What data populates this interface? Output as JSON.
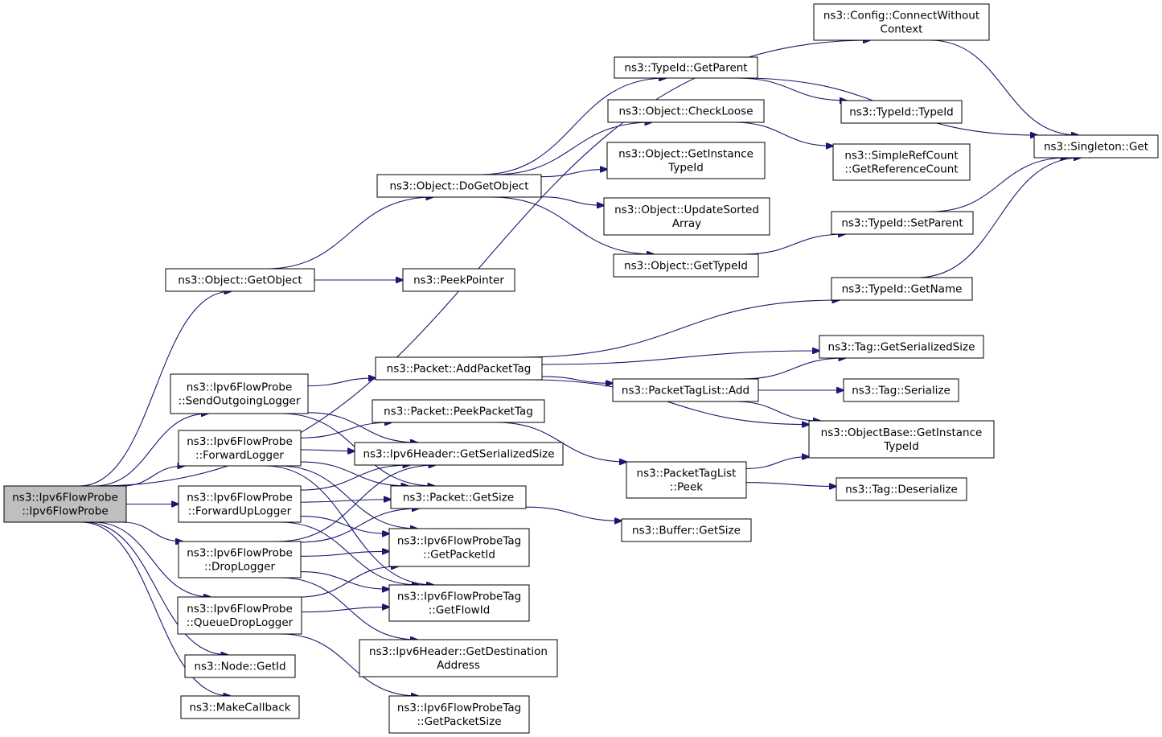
{
  "graph": {
    "title": "",
    "edge_color": "#191970",
    "root_fill": "#bfbfbf",
    "nodes": [
      {
        "id": "root",
        "lines": [
          "ns3::Ipv6FlowProbe",
          "::Ipv6FlowProbe"
        ],
        "root": true
      },
      {
        "id": "connect",
        "lines": [
          "ns3::Config::ConnectWithout",
          "Context"
        ]
      },
      {
        "id": "getparent",
        "lines": [
          "ns3::TypeId::GetParent"
        ]
      },
      {
        "id": "typeid",
        "lines": [
          "ns3::TypeId::TypeId"
        ]
      },
      {
        "id": "singleton",
        "lines": [
          "ns3::Singleton::Get"
        ]
      },
      {
        "id": "checkloose",
        "lines": [
          "ns3::Object::CheckLoose"
        ]
      },
      {
        "id": "refcount",
        "lines": [
          "ns3::SimpleRefCount",
          "::GetReferenceCount"
        ]
      },
      {
        "id": "getinstance",
        "lines": [
          "ns3::Object::GetInstance",
          "TypeId"
        ]
      },
      {
        "id": "dogetobject",
        "lines": [
          "ns3::Object::DoGetObject"
        ]
      },
      {
        "id": "updatesorted",
        "lines": [
          "ns3::Object::UpdateSorted",
          "Array"
        ]
      },
      {
        "id": "setparent",
        "lines": [
          "ns3::TypeId::SetParent"
        ]
      },
      {
        "id": "gettypeid",
        "lines": [
          "ns3::Object::GetTypeId"
        ]
      },
      {
        "id": "getobject",
        "lines": [
          "ns3::Object::GetObject"
        ]
      },
      {
        "id": "peekpointer",
        "lines": [
          "ns3::PeekPointer"
        ]
      },
      {
        "id": "getname",
        "lines": [
          "ns3::TypeId::GetName"
        ]
      },
      {
        "id": "tagserialsize",
        "lines": [
          "ns3::Tag::GetSerializedSize"
        ]
      },
      {
        "id": "sendlogger",
        "lines": [
          "ns3::Ipv6FlowProbe",
          "::SendOutgoingLogger"
        ]
      },
      {
        "id": "addpackettag",
        "lines": [
          "ns3::Packet::AddPacketTag"
        ]
      },
      {
        "id": "ptladd",
        "lines": [
          "ns3::PacketTagList::Add"
        ]
      },
      {
        "id": "tagserialize",
        "lines": [
          "ns3::Tag::Serialize"
        ]
      },
      {
        "id": "peekpackettag",
        "lines": [
          "ns3::Packet::PeekPacketTag"
        ]
      },
      {
        "id": "objbaseinst",
        "lines": [
          "ns3::ObjectBase::GetInstance",
          "TypeId"
        ]
      },
      {
        "id": "forwardlogger",
        "lines": [
          "ns3::Ipv6FlowProbe",
          "::ForwardLogger"
        ]
      },
      {
        "id": "ipv6serialsize",
        "lines": [
          "ns3::Ipv6Header::GetSerializedSize"
        ]
      },
      {
        "id": "ptlpeek",
        "lines": [
          "ns3::PacketTagList",
          "::Peek"
        ]
      },
      {
        "id": "tagdeserialize",
        "lines": [
          "ns3::Tag::Deserialize"
        ]
      },
      {
        "id": "forwarduplogger",
        "lines": [
          "ns3::Ipv6FlowProbe",
          "::ForwardUpLogger"
        ]
      },
      {
        "id": "packetgetsize",
        "lines": [
          "ns3::Packet::GetSize"
        ]
      },
      {
        "id": "buffergetsize",
        "lines": [
          "ns3::Buffer::GetSize"
        ]
      },
      {
        "id": "droplogger",
        "lines": [
          "ns3::Ipv6FlowProbe",
          "::DropLogger"
        ]
      },
      {
        "id": "getpacketid",
        "lines": [
          "ns3::Ipv6FlowProbeTag",
          "::GetPacketId"
        ]
      },
      {
        "id": "queuedroplogger",
        "lines": [
          "ns3::Ipv6FlowProbe",
          "::QueueDropLogger"
        ]
      },
      {
        "id": "getflowid",
        "lines": [
          "ns3::Ipv6FlowProbeTag",
          "::GetFlowId"
        ]
      },
      {
        "id": "getdestaddr",
        "lines": [
          "ns3::Ipv6Header::GetDestination",
          "Address"
        ]
      },
      {
        "id": "nodegetid",
        "lines": [
          "ns3::Node::GetId"
        ]
      },
      {
        "id": "makecallback",
        "lines": [
          "ns3::MakeCallback"
        ]
      },
      {
        "id": "getpacketsize",
        "lines": [
          "ns3::Ipv6FlowProbeTag",
          "::GetPacketSize"
        ]
      }
    ],
    "edges": [
      [
        "root",
        "connect"
      ],
      [
        "root",
        "getobject"
      ],
      [
        "root",
        "sendlogger"
      ],
      [
        "root",
        "forwardlogger"
      ],
      [
        "root",
        "forwarduplogger"
      ],
      [
        "root",
        "droplogger"
      ],
      [
        "root",
        "queuedroplogger"
      ],
      [
        "root",
        "nodegetid"
      ],
      [
        "root",
        "makecallback"
      ],
      [
        "connect",
        "singleton"
      ],
      [
        "getobject",
        "dogetobject"
      ],
      [
        "getobject",
        "peekpointer"
      ],
      [
        "dogetobject",
        "getparent"
      ],
      [
        "dogetobject",
        "checkloose"
      ],
      [
        "dogetobject",
        "getinstance"
      ],
      [
        "dogetobject",
        "updatesorted"
      ],
      [
        "dogetobject",
        "gettypeid"
      ],
      [
        "getparent",
        "typeid"
      ],
      [
        "getparent",
        "singleton"
      ],
      [
        "checkloose",
        "refcount"
      ],
      [
        "gettypeid",
        "setparent"
      ],
      [
        "setparent",
        "singleton"
      ],
      [
        "getname",
        "singleton"
      ],
      [
        "sendlogger",
        "addpackettag"
      ],
      [
        "sendlogger",
        "ipv6serialsize"
      ],
      [
        "sendlogger",
        "packetgetsize"
      ],
      [
        "addpackettag",
        "getname"
      ],
      [
        "addpackettag",
        "tagserialsize"
      ],
      [
        "addpackettag",
        "ptladd"
      ],
      [
        "addpackettag",
        "objbaseinst"
      ],
      [
        "ptladd",
        "tagserialsize"
      ],
      [
        "ptladd",
        "tagserialize"
      ],
      [
        "ptladd",
        "objbaseinst"
      ],
      [
        "forwardlogger",
        "peekpackettag"
      ],
      [
        "forwardlogger",
        "ipv6serialsize"
      ],
      [
        "forwardlogger",
        "packetgetsize"
      ],
      [
        "forwardlogger",
        "getpacketid"
      ],
      [
        "forwardlogger",
        "getflowid"
      ],
      [
        "peekpackettag",
        "ptlpeek"
      ],
      [
        "ptlpeek",
        "objbaseinst"
      ],
      [
        "ptlpeek",
        "tagdeserialize"
      ],
      [
        "forwarduplogger",
        "ipv6serialsize"
      ],
      [
        "forwarduplogger",
        "packetgetsize"
      ],
      [
        "forwarduplogger",
        "getpacketid"
      ],
      [
        "forwarduplogger",
        "getflowid"
      ],
      [
        "packetgetsize",
        "buffergetsize"
      ],
      [
        "droplogger",
        "ipv6serialsize"
      ],
      [
        "droplogger",
        "packetgetsize"
      ],
      [
        "droplogger",
        "getpacketid"
      ],
      [
        "droplogger",
        "getflowid"
      ],
      [
        "droplogger",
        "getdestaddr"
      ],
      [
        "queuedroplogger",
        "getpacketid"
      ],
      [
        "queuedroplogger",
        "getflowid"
      ],
      [
        "queuedroplogger",
        "getpacketsize"
      ]
    ]
  }
}
